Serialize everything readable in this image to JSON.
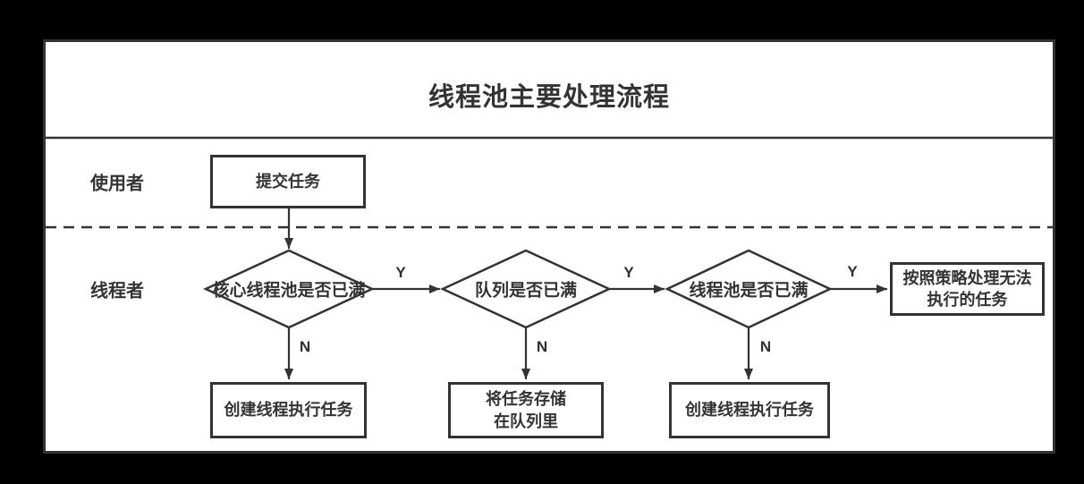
{
  "title": "线程池主要处理流程",
  "lanes": {
    "user": "使用者",
    "thread": "线程者"
  },
  "nodes": {
    "submit": "提交任务",
    "core_full": "核心线程池是否已满",
    "queue_full": "队列是否已满",
    "pool_full": "线程池是否已满",
    "policy_line1": "按照策略处理无法",
    "policy_line2": "执行的任务",
    "create_thread_1": "创建线程执行任务",
    "store_line1": "将任务存储",
    "store_line2": "在队列里",
    "create_thread_2": "创建线程执行任务"
  },
  "edge_labels": {
    "yes": "Y",
    "no": "N"
  },
  "colors": {
    "page_bg": "#000000",
    "canvas_bg": "#ffffff",
    "stroke": "#333333"
  }
}
